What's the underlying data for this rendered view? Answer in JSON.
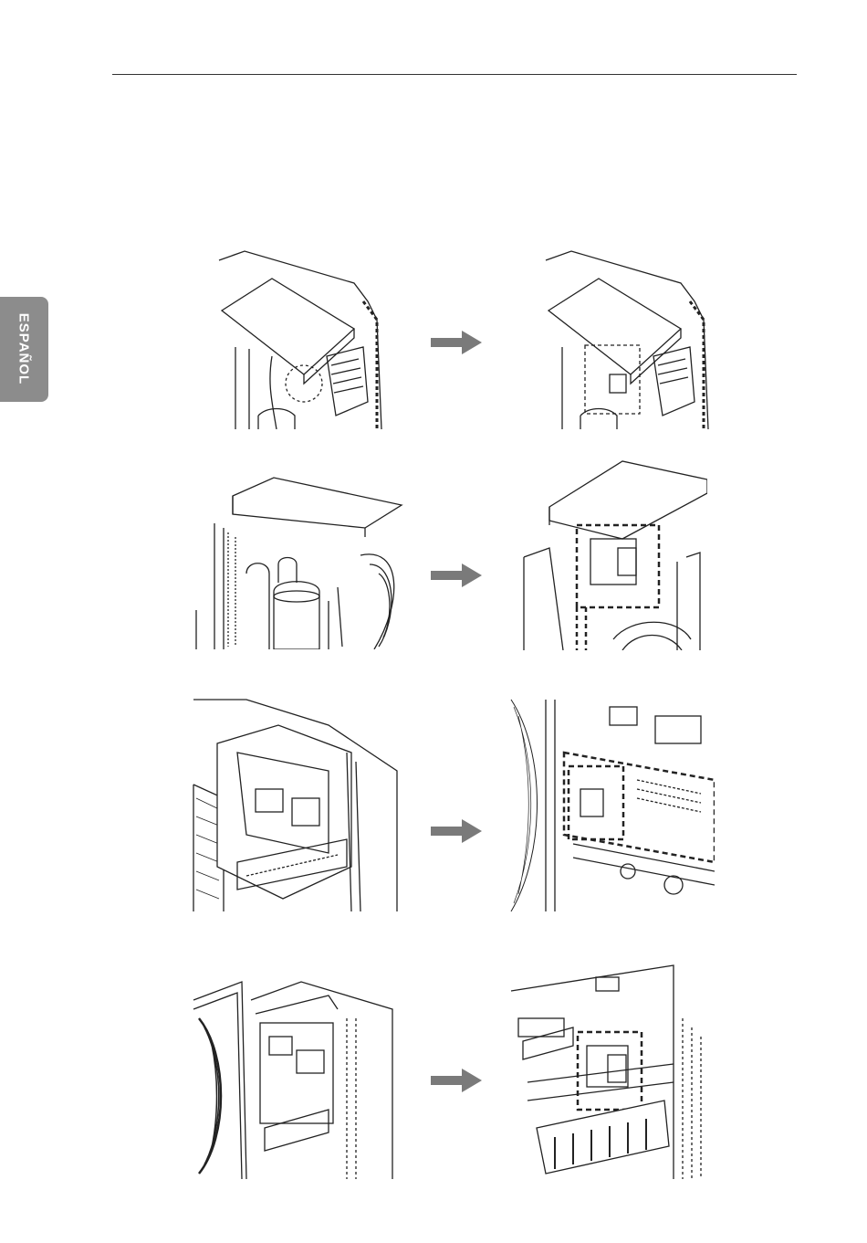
{
  "side_tab": {
    "label": "ESPAÑOL",
    "color": "#8c8c8c"
  },
  "arrow_color": "#7a7a7a",
  "steps": [
    {
      "before": "unit-top-cover-closeup",
      "after": "unit-top-cover-highlighted"
    },
    {
      "before": "unit-compressor-with-control-box",
      "after": "control-box-highlighted"
    },
    {
      "before": "unit-pcb-panel",
      "after": "pcb-panel-highlighted"
    },
    {
      "before": "unit-front-pcb-view",
      "after": "pcb-terminal-highlighted"
    }
  ]
}
